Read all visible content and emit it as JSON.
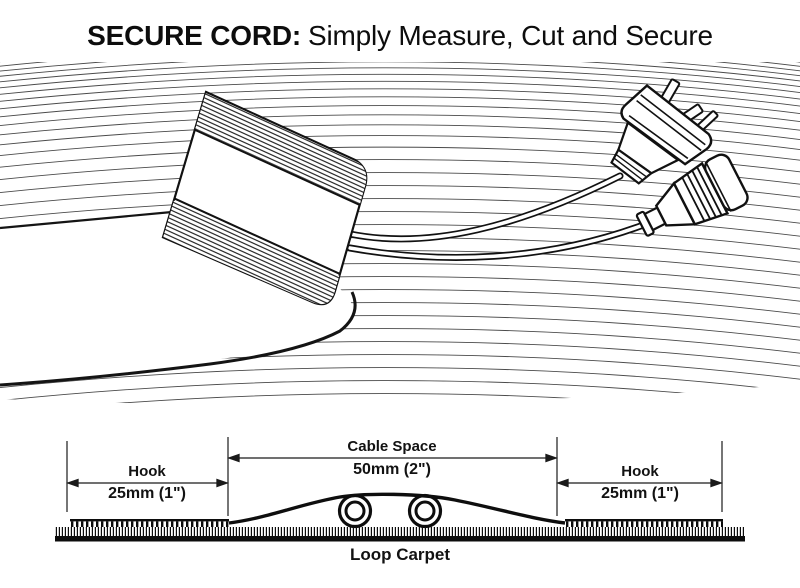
{
  "page": {
    "background": "#ffffff",
    "ink_color": "#111111",
    "hatch_color": "#4a4a4a"
  },
  "title": {
    "brand": "SECURE CORD:",
    "tagline": "Simply Measure, Cut and Secure"
  },
  "illustration": {
    "icons": [
      "carpet-hatch-texture",
      "secure-cord-strip",
      "hook-tape-bands",
      "power-cables",
      "three-pin-plug-icon",
      "socket-connector-icon"
    ]
  },
  "cross_section": {
    "cable_space_label": "Cable Space",
    "cable_space_size": "50mm (2\")",
    "hook_left_label": "Hook",
    "hook_left_size": "25mm (1\")",
    "hook_right_label": "Hook",
    "hook_right_size": "25mm (1\")",
    "carpet_label": "Loop Carpet"
  }
}
